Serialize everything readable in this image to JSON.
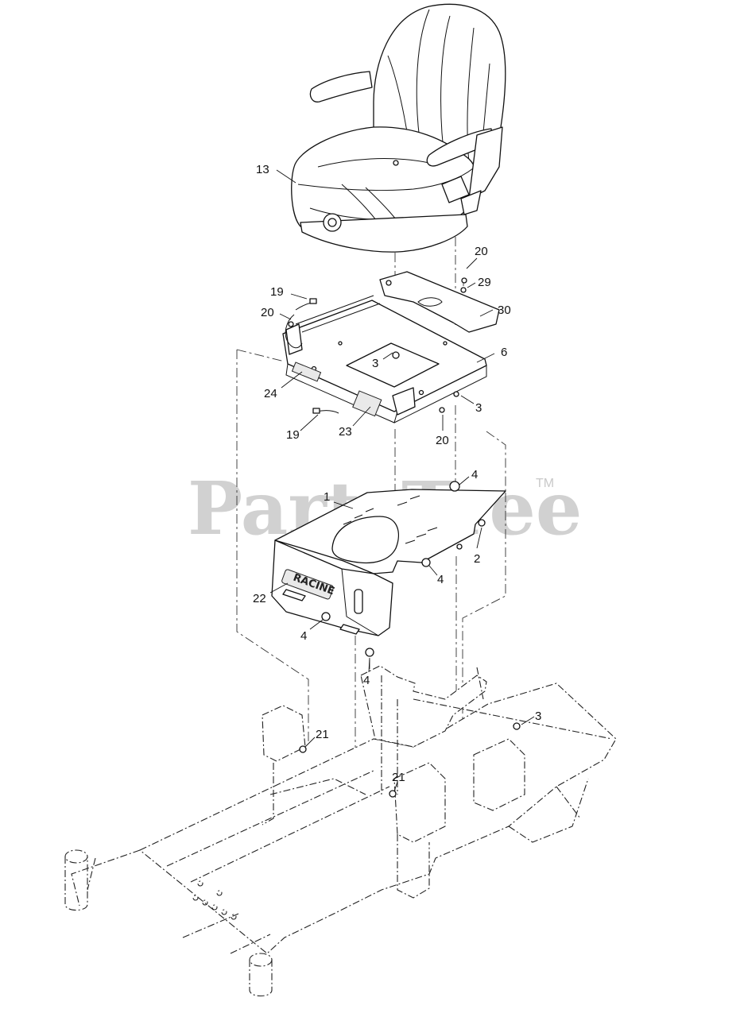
{
  "watermark": {
    "text": "PartsTree",
    "trademark": "TM"
  },
  "plate_label": "RACINE",
  "callouts": [
    {
      "id": "c13a",
      "label": "13"
    },
    {
      "id": "c20a",
      "label": "20"
    },
    {
      "id": "c29",
      "label": "29"
    },
    {
      "id": "c19a",
      "label": "19"
    },
    {
      "id": "c20b",
      "label": "20"
    },
    {
      "id": "c30",
      "label": "30"
    },
    {
      "id": "c6",
      "label": "6"
    },
    {
      "id": "c3a",
      "label": "3"
    },
    {
      "id": "c3b",
      "label": "3"
    },
    {
      "id": "c24",
      "label": "24"
    },
    {
      "id": "c19b",
      "label": "19"
    },
    {
      "id": "c23",
      "label": "23"
    },
    {
      "id": "c20c",
      "label": "20"
    },
    {
      "id": "c4a",
      "label": "4"
    },
    {
      "id": "c1",
      "label": "1"
    },
    {
      "id": "c2",
      "label": "2"
    },
    {
      "id": "c4b",
      "label": "4"
    },
    {
      "id": "c22",
      "label": "22"
    },
    {
      "id": "c4c",
      "label": "4"
    },
    {
      "id": "c4d",
      "label": "4"
    },
    {
      "id": "c3c",
      "label": "3"
    },
    {
      "id": "c21a",
      "label": "21"
    },
    {
      "id": "c21b",
      "label": "21"
    }
  ]
}
